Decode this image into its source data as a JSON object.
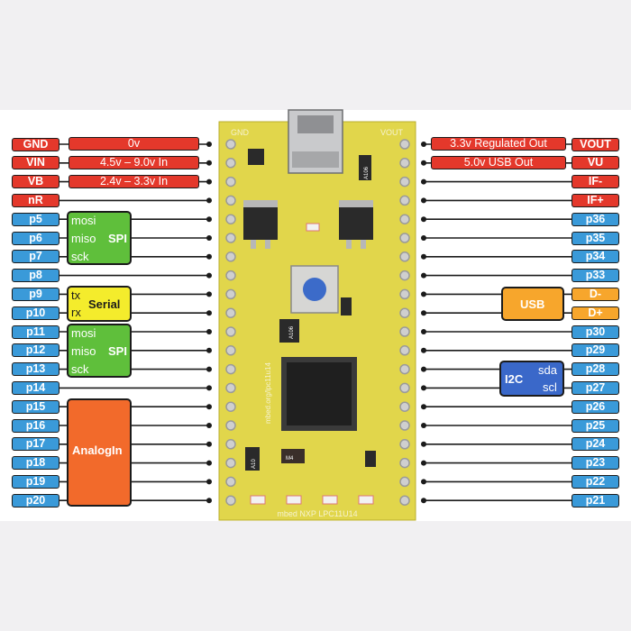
{
  "left_pins": [
    {
      "label": "GND",
      "color": "red"
    },
    {
      "label": "VIN",
      "color": "red"
    },
    {
      "label": "VB",
      "color": "red"
    },
    {
      "label": "nR",
      "color": "red"
    },
    {
      "label": "p5",
      "color": "blue"
    },
    {
      "label": "p6",
      "color": "blue"
    },
    {
      "label": "p7",
      "color": "blue"
    },
    {
      "label": "p8",
      "color": "blue"
    },
    {
      "label": "p9",
      "color": "blue"
    },
    {
      "label": "p10",
      "color": "blue"
    },
    {
      "label": "p11",
      "color": "blue"
    },
    {
      "label": "p12",
      "color": "blue"
    },
    {
      "label": "p13",
      "color": "blue"
    },
    {
      "label": "p14",
      "color": "blue"
    },
    {
      "label": "p15",
      "color": "blue"
    },
    {
      "label": "p16",
      "color": "blue"
    },
    {
      "label": "p17",
      "color": "blue"
    },
    {
      "label": "p18",
      "color": "blue"
    },
    {
      "label": "p19",
      "color": "blue"
    },
    {
      "label": "p20",
      "color": "blue"
    }
  ],
  "right_pins": [
    {
      "label": "VOUT",
      "color": "red"
    },
    {
      "label": "VU",
      "color": "red"
    },
    {
      "label": "IF-",
      "color": "red"
    },
    {
      "label": "IF+",
      "color": "red"
    },
    {
      "label": "p36",
      "color": "blue"
    },
    {
      "label": "p35",
      "color": "blue"
    },
    {
      "label": "p34",
      "color": "blue"
    },
    {
      "label": "p33",
      "color": "blue"
    },
    {
      "label": "D-",
      "color": "orange"
    },
    {
      "label": "D+",
      "color": "orange"
    },
    {
      "label": "p30",
      "color": "blue"
    },
    {
      "label": "p29",
      "color": "blue"
    },
    {
      "label": "p28",
      "color": "blue"
    },
    {
      "label": "p27",
      "color": "blue"
    },
    {
      "label": "p26",
      "color": "blue"
    },
    {
      "label": "p25",
      "color": "blue"
    },
    {
      "label": "p24",
      "color": "blue"
    },
    {
      "label": "p23",
      "color": "blue"
    },
    {
      "label": "p22",
      "color": "blue"
    },
    {
      "label": "p21",
      "color": "blue"
    }
  ],
  "left_power": [
    "0v",
    "4.5v – 9.0v In",
    "2.4v – 3.3v In"
  ],
  "right_power": [
    "3.3v Regulated Out",
    "5.0v USB Out"
  ],
  "groups": {
    "spi1": {
      "lines": [
        "mosi",
        "miso",
        "sck"
      ],
      "title": "SPI"
    },
    "serial": {
      "lines": [
        "tx",
        "rx"
      ],
      "title": "Serial"
    },
    "spi2": {
      "lines": [
        "mosi",
        "miso",
        "sck"
      ],
      "title": "SPI"
    },
    "analog": {
      "title": "AnalogIn"
    },
    "usb": {
      "title": "USB"
    },
    "i2c": {
      "title": "I2C",
      "lines": [
        "sda",
        "scl"
      ]
    }
  },
  "board": {
    "top_left": "GND",
    "top_right": "VOUT",
    "bottom_text": "mbed NXP LPC11U14",
    "silk_side": "mbed.org/lpc11u14",
    "chip_a": "A106",
    "chip_b": "A106",
    "chip_c": "A10",
    "mark": "M4"
  },
  "colors": {
    "red": "#e4382b",
    "blue": "#3a9ad9",
    "orange": "#f7a62c",
    "green": "#5fbf3b",
    "yellow": "#f4ec2c",
    "analog": "#f26a2b",
    "i2c": "#3a68c9",
    "board": "#e1d64b"
  }
}
